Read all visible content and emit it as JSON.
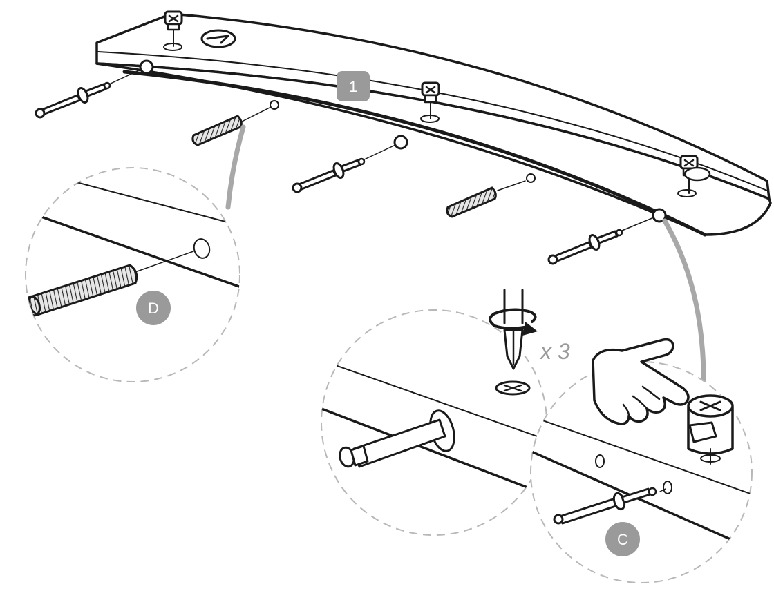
{
  "step": {
    "number": "1"
  },
  "callouts": {
    "dowel_label": "D",
    "cam_label": "C"
  },
  "multiplier": {
    "text": "x 3"
  },
  "colors": {
    "ink": "#1a1a1a",
    "badge_gray": "#9a9a9a",
    "dash_gray": "#b8b8b8",
    "leader_gray": "#a8a8a8"
  },
  "icons": [
    "screwdriver-icon",
    "rotate-arrow-icon",
    "pointing-hand-icon",
    "cam-lock-icon",
    "cam-bolt-icon",
    "wooden-dowel-icon"
  ]
}
